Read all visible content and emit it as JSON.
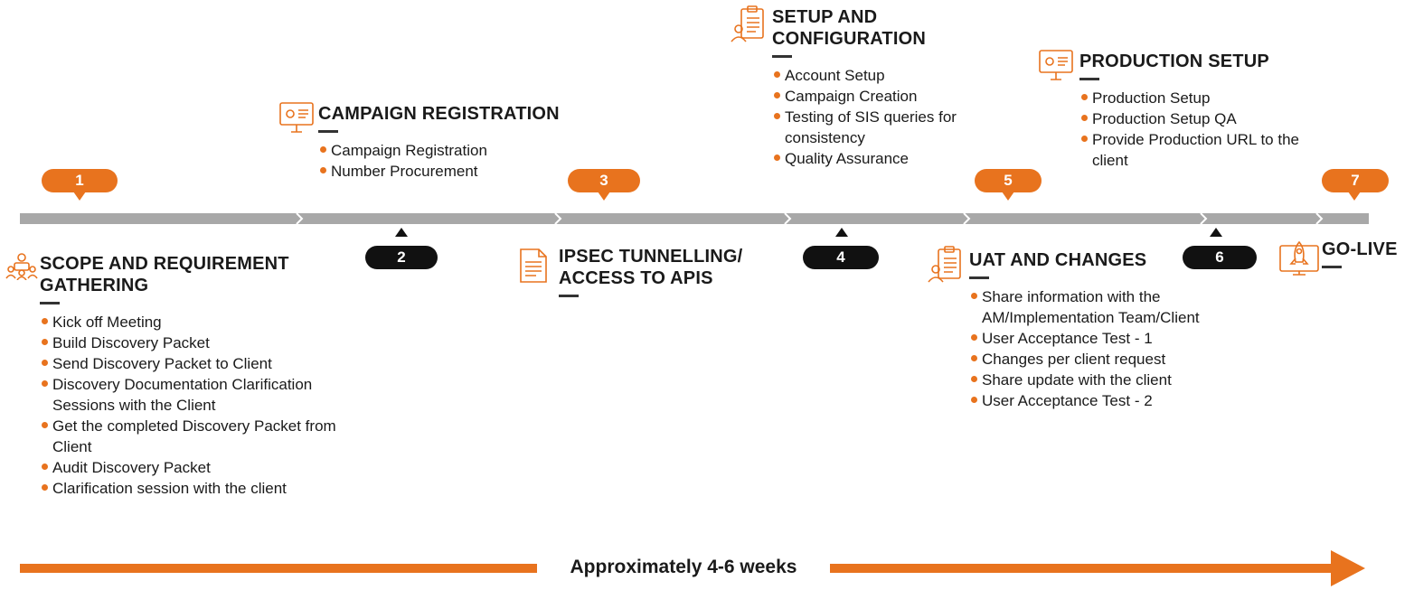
{
  "colors": {
    "accent": "#e8731e",
    "dark": "#111111",
    "timeline": "#a8a8a8"
  },
  "markers": [
    {
      "label": "1",
      "style": "orange"
    },
    {
      "label": "2",
      "style": "black"
    },
    {
      "label": "3",
      "style": "orange"
    },
    {
      "label": "4",
      "style": "black"
    },
    {
      "label": "5",
      "style": "orange"
    },
    {
      "label": "6",
      "style": "black"
    },
    {
      "label": "7",
      "style": "orange"
    }
  ],
  "phases": [
    {
      "title": "SCOPE AND REQUIREMENT\nGATHERING",
      "icon": "team-meeting-icon",
      "items": [
        "Kick off Meeting",
        "Build Discovery Packet",
        "Send Discovery Packet to Client",
        "Discovery Documentation Clarification Sessions with the Client",
        "Get the completed Discovery Packet from Client",
        "Audit Discovery Packet",
        "Clarification session with the client"
      ]
    },
    {
      "title": "CAMPAIGN REGISTRATION",
      "icon": "monitor-settings-icon",
      "items": [
        "Campaign Registration",
        "Number Procurement"
      ]
    },
    {
      "title": "IPSEC TUNNELLING/\nACCESS TO APIS",
      "icon": "document-icon",
      "items": []
    },
    {
      "title": "SETUP AND\nCONFIGURATION",
      "icon": "clipboard-user-icon",
      "items": [
        "Account Setup",
        "Campaign Creation",
        "Testing of SIS queries for consistency",
        "Quality Assurance"
      ]
    },
    {
      "title": "UAT AND CHANGES",
      "icon": "clipboard-user-icon",
      "items": [
        "Share information with the AM/Implementation Team/Client",
        "User Acceptance Test - 1",
        "Changes per client request",
        "Share update with the client",
        "User Acceptance Test - 2"
      ]
    },
    {
      "title": "PRODUCTION SETUP",
      "icon": "monitor-settings-icon",
      "items": [
        "Production Setup",
        "Production Setup QA",
        "Provide Production URL to the client"
      ]
    },
    {
      "title": "GO-LIVE",
      "icon": "rocket-launch-icon",
      "items": []
    }
  ],
  "duration": "Approximately 4-6 weeks"
}
